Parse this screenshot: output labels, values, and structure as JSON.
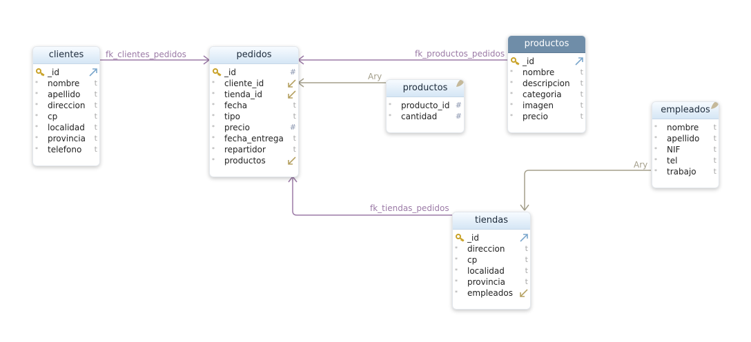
{
  "colors": {
    "fk_line": "#9b7aa6",
    "array_line": "#a39e8a"
  },
  "links": {
    "fk_clientes_pedidos": "fk_clientes_pedidos",
    "fk_productos_pedidos": "fk_productos_pedidos",
    "fk_tiendas_pedidos": "fk_tiendas_pedidos",
    "ary_productos": "Ary",
    "ary_empleados": "Ary"
  },
  "tables": {
    "clientes": {
      "title": "clientes",
      "fields": [
        {
          "name": "_id",
          "type": ""
        },
        {
          "name": "nombre",
          "type": "t"
        },
        {
          "name": "apellido",
          "type": "t"
        },
        {
          "name": "direccion",
          "type": "t"
        },
        {
          "name": "cp",
          "type": "t"
        },
        {
          "name": "localidad",
          "type": "t"
        },
        {
          "name": "provincia",
          "type": "t"
        },
        {
          "name": "telefono",
          "type": "t"
        }
      ]
    },
    "pedidos": {
      "title": "pedidos",
      "fields": [
        {
          "name": "_id",
          "type": "#"
        },
        {
          "name": "cliente_id",
          "type": ""
        },
        {
          "name": "tienda_id",
          "type": ""
        },
        {
          "name": "fecha",
          "type": "t"
        },
        {
          "name": "tipo",
          "type": "t"
        },
        {
          "name": "precio",
          "type": "#"
        },
        {
          "name": "fecha_entrega",
          "type": "t"
        },
        {
          "name": "repartidor",
          "type": "t"
        },
        {
          "name": "productos",
          "type": ""
        }
      ]
    },
    "productos_embedded": {
      "title": "productos",
      "fields": [
        {
          "name": "producto_id",
          "type": "#"
        },
        {
          "name": "cantidad",
          "type": "#"
        }
      ]
    },
    "productos": {
      "title": "productos",
      "fields": [
        {
          "name": "_id",
          "type": ""
        },
        {
          "name": "nombre",
          "type": "t"
        },
        {
          "name": "descripcion",
          "type": "t"
        },
        {
          "name": "categoria",
          "type": "t"
        },
        {
          "name": "imagen",
          "type": "t"
        },
        {
          "name": "precio",
          "type": "t"
        }
      ]
    },
    "empleados": {
      "title": "empleados",
      "fields": [
        {
          "name": "nombre",
          "type": "t"
        },
        {
          "name": "apellido",
          "type": "t"
        },
        {
          "name": "NIF",
          "type": "t"
        },
        {
          "name": "tel",
          "type": "t"
        },
        {
          "name": "trabajo",
          "type": "t"
        }
      ]
    },
    "tiendas": {
      "title": "tiendas",
      "fields": [
        {
          "name": "_id",
          "type": ""
        },
        {
          "name": "direccion",
          "type": "t"
        },
        {
          "name": "cp",
          "type": "t"
        },
        {
          "name": "localidad",
          "type": "t"
        },
        {
          "name": "provincia",
          "type": "t"
        },
        {
          "name": "empleados",
          "type": ""
        }
      ]
    }
  }
}
